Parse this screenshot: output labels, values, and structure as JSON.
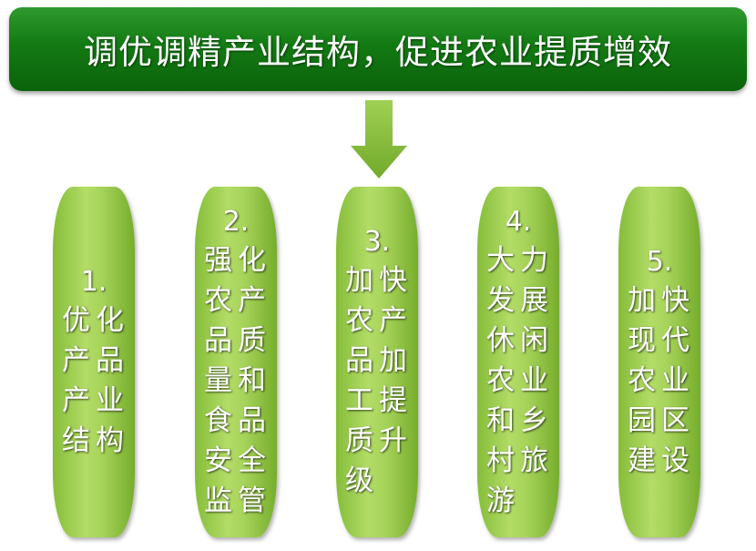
{
  "title": "调优调精产业结构，促进农业提质增效",
  "colors": {
    "title_bg": "#137a13",
    "pill": "#a6d35a",
    "arrow": "#8cc040"
  },
  "items": [
    {
      "num": "1.",
      "text": "优化产品产业结构"
    },
    {
      "num": "2.",
      "text": "强化农产品质量和食品安全监管"
    },
    {
      "num": "3.",
      "text": "加快农产品加工提质升级"
    },
    {
      "num": "4.",
      "text": "大力发展休闲农业和乡村旅游"
    },
    {
      "num": "5.",
      "text": "加快现代农业园区建设"
    }
  ]
}
